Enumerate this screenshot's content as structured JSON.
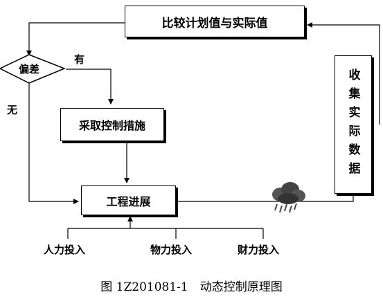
{
  "nodes": {
    "compare": "比较计划值与实际值",
    "deviation": "偏差",
    "action": "采取控制措施",
    "progress": "工程进展",
    "collect": "收集实际数据"
  },
  "edge_labels": {
    "yes": "有",
    "no": "无"
  },
  "inputs": [
    "人力投入",
    "物力投入",
    "财力投入"
  ],
  "caption": "图 1Z201081-1　动态控制原理图",
  "icons": {
    "disturbance": "storm-cloud-icon"
  }
}
